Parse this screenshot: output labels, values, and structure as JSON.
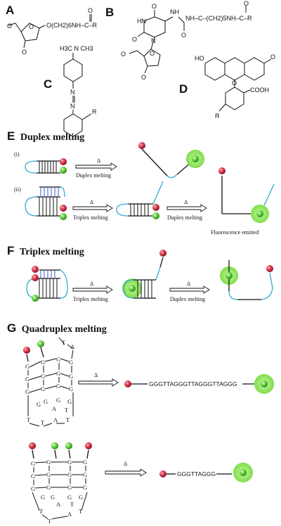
{
  "panels": {
    "A": {
      "letter": "A",
      "formula": "O(CH2)6NH–C–R"
    },
    "B": {
      "letter": "B",
      "formula_left": "NH–C–(CH2)5NH–C–R"
    },
    "C": {
      "letter": "C",
      "dimethyl": "H3C  N  CH3",
      "r": "R"
    },
    "D": {
      "letter": "D",
      "ho": "HO",
      "o_ring": "O",
      "o_keto": "O",
      "cooh": "COOH",
      "r": "R"
    }
  },
  "sections": {
    "E": {
      "letter": "E",
      "title": "Duplex melting",
      "i": "(i)",
      "ii": "(ii)"
    },
    "F": {
      "letter": "F",
      "title": "Triplex melting"
    },
    "G": {
      "letter": "G",
      "title": "Quadruplex melting"
    }
  },
  "labels": {
    "delta": "Δ",
    "duplex_melting": "Duplex melting",
    "triplex_melting": "Triplex melting",
    "fluorescence": "Fluorescence emitted",
    "seq1": "GGGTTAGGGTTAGGGTTAGGG",
    "seq2": "GGGTTAGGG"
  },
  "colors": {
    "quencher": "#d9344a",
    "fluor": "#5fcf3a",
    "halo": "#9be86b",
    "loop": "#33a9d6",
    "hbond": "#3c5ec8"
  }
}
